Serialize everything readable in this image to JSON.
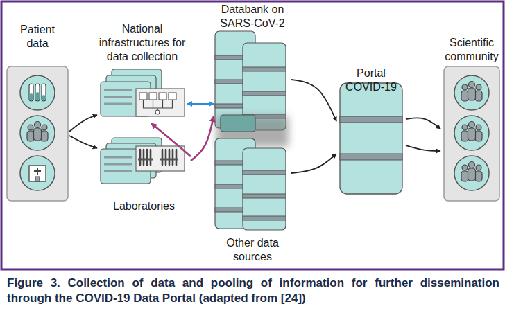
{
  "diagram": {
    "caption": "Figure 3. Collection of data and pooling of information for further dissemination through the COVID-19 Data Portal (adapted from [24])",
    "nodes": [
      {
        "text": [
          "Patient data"
        ]
      },
      {
        "text": [
          "National infrastructures for data collection"
        ]
      },
      {
        "text": [
          "Laboratories"
        ]
      },
      {
        "text": [
          "Databank on SARS-CoV-2"
        ]
      },
      {
        "text": [
          "Other data sources"
        ]
      },
      {
        "text": [
          "Portal COVID-19"
        ]
      },
      {
        "text": [
          "Scientific community"
        ]
      }
    ],
    "edges": [
      {
        "from": 0,
        "to": 1,
        "arrow": "to"
      },
      {
        "from": 0,
        "to": 2,
        "arrow": "to"
      },
      {
        "from": 1,
        "to": 3,
        "arrow": "both"
      },
      {
        "from": 2,
        "to": 1,
        "arrow": "to"
      },
      {
        "from": 2,
        "to": 3,
        "arrow": "to"
      },
      {
        "from": 3,
        "to": 5,
        "arrow": "to"
      },
      {
        "from": 4,
        "to": 5,
        "arrow": "to"
      },
      {
        "from": 5,
        "to": 6,
        "arrow": "to"
      },
      {
        "from": 5,
        "to": 6,
        "arrow": "to"
      }
    ]
  }
}
